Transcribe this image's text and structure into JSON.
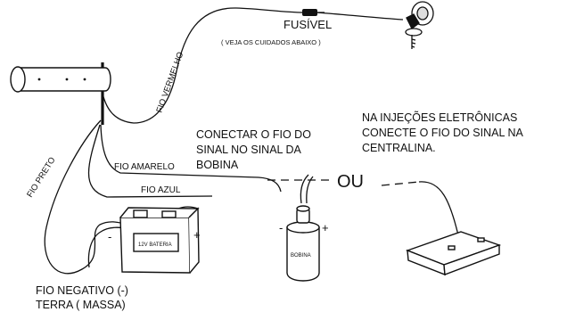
{
  "labels": {
    "fuse": "FUSÍVEL",
    "fuse_note": "( VEJA OS CUIDADOS ABAIXO )",
    "red_wire": "FIO VERMELHO",
    "black_wire": "FIO PRETO",
    "yellow_wire": "FIO AMARELO",
    "blue_wire": "FIO AZUL",
    "connect_line1": "CONECTAR O FIO DO",
    "connect_line2": "SINAL NO SINAL DA",
    "connect_line3": "BOBINA",
    "injection_line1": "NA INJEÇÕES ELETRÔNICAS",
    "injection_line2": "CONECTE O FIO DO SINAL NA",
    "injection_line3": "CENTRALINA.",
    "or_text": "OU",
    "battery_label": "12V BATERIA",
    "battery_minus": "-",
    "battery_plus": "+",
    "coil_label": "BOBINA",
    "coil_minus": "-",
    "coil_plus": "+",
    "negative_line1": "FIO NEGATIVO (-)",
    "negative_line2": "TERRA ( MASSA)"
  },
  "colors": {
    "line": "#111111",
    "component_fill": "#ffffff"
  },
  "icons": {
    "sensor": "cylindrical-gauge-icon",
    "fuse": "inline-fuse-icon",
    "ignition": "ignition-key-icon",
    "battery": "car-battery-icon",
    "coil": "ignition-coil-icon",
    "ecu": "ecu-module-icon"
  }
}
